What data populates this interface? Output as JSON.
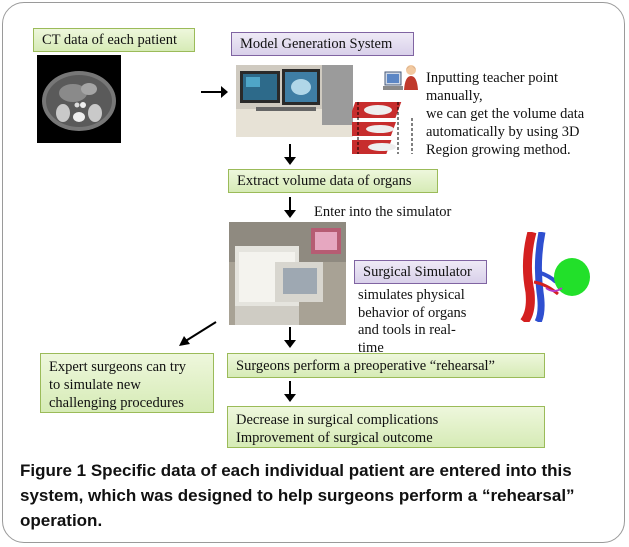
{
  "boxes": {
    "ct_data": "CT data of each patient",
    "model_system": "Model Generation System",
    "extract": "Extract volume data of organs",
    "surgical_simulator": "Surgical Simulator",
    "expert": [
      "Expert surgeons can try",
      "to simulate new",
      "challenging  procedures"
    ],
    "rehearsal": "Surgeons perform a preoperative “rehearsal”",
    "outcome": [
      "Decrease in surgical complications",
      "Improvement of  surgical outcome"
    ]
  },
  "notes": {
    "teacher_point": [
      "Inputting teacher point",
      "manually,",
      "we can get the volume data",
      "automatically by using 3D",
      "Region growing method."
    ],
    "enter_simulator": "Enter into the simulator",
    "simulates": [
      "simulates physical",
      "behavior of organs",
      "and tools in real-",
      "time"
    ]
  },
  "caption": {
    "label": "Figure 1",
    "text": " Specific data of each individual patient are entered into this system, which was designed to help surgeons perform a “rehearsal” operation."
  },
  "colors": {
    "green_box_border": "#9bbb59",
    "lavender_box_border": "#8064a2",
    "frame": "#9a9a9a"
  }
}
